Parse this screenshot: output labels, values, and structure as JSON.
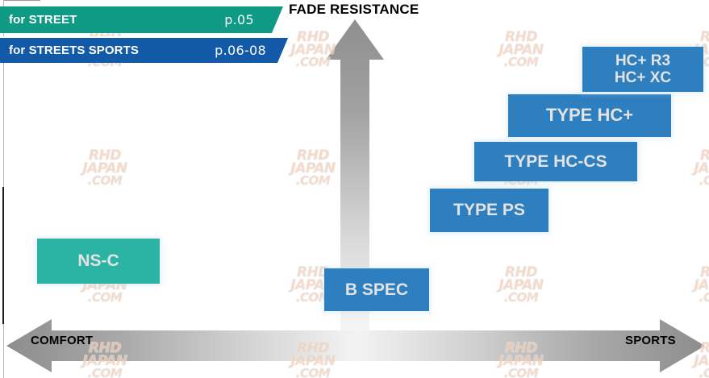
{
  "chart_data": {
    "type": "scatter",
    "title": "FADE RESISTANCE",
    "xlabel": "COMFORT ↔ SPORTS",
    "ylabel": "FADE RESISTANCE",
    "axis_x_left_label": "COMFORT",
    "axis_x_right_label": "SPORTS",
    "axis_y_label": "FADE RESISTANCE",
    "grid": false,
    "legend": "none",
    "categories": [
      "NS-C",
      "B SPEC",
      "TYPE PS",
      "TYPE HC-CS",
      "TYPE HC+",
      "HC+ R3 / HC+ XC"
    ],
    "points": [
      {
        "label": "NS-C",
        "comfort_sports": 14,
        "fade_resistance": 18,
        "color": "#2bb3a3"
      },
      {
        "label": "B SPEC",
        "comfort_sports": 53,
        "fade_resistance": 12,
        "color": "#2e7fbf"
      },
      {
        "label": "TYPE PS",
        "comfort_sports": 69,
        "fade_resistance": 40,
        "color": "#2e7fbf"
      },
      {
        "label": "TYPE HC-CS",
        "comfort_sports": 79,
        "fade_resistance": 55,
        "color": "#2e7fbf"
      },
      {
        "label": "TYPE HC+",
        "comfort_sports": 84,
        "fade_resistance": 69,
        "color": "#2e7fbf"
      },
      {
        "label": "HC+ R3 / HC+ XC",
        "comfort_sports": 91,
        "fade_resistance": 83,
        "color": "#2e7fbf"
      }
    ]
  },
  "colors": {
    "street_tab": "#0f9a85",
    "sports_tab": "#1259a8",
    "product_blue": "#2e7fbf",
    "product_teal": "#2bb3a3",
    "arrow_gray": "#9a9a9a",
    "text_white": "#e3e3e3",
    "watermark": "#f6cdb2"
  },
  "tabs": [
    {
      "id": "street",
      "label": "for STREET",
      "page": "p.05",
      "icon": "tab-chevron-icon"
    },
    {
      "id": "streets-sports",
      "label": "for STREETS SPORTS",
      "page": "p.06-08",
      "icon": "tab-chevron-icon"
    }
  ],
  "axes": {
    "vertical_title": "FADE RESISTANCE",
    "left_label": "COMFORT",
    "right_label": "SPORTS",
    "vertical_arrow_icon": "arrow-up-icon",
    "horizontal_arrow_icon": "arrow-left-right-icon"
  },
  "products": [
    {
      "id": "ns-c",
      "line1": "NS-C",
      "line2": "",
      "color": "teal"
    },
    {
      "id": "b-spec",
      "line1": "B SPEC",
      "line2": "",
      "color": "blue"
    },
    {
      "id": "type-ps",
      "line1": "TYPE PS",
      "line2": "",
      "color": "blue"
    },
    {
      "id": "type-hc-cs",
      "line1": "TYPE HC-CS",
      "line2": "",
      "color": "blue"
    },
    {
      "id": "type-hc-plus",
      "line1": "TYPE HC+",
      "line2": "",
      "color": "blue"
    },
    {
      "id": "hc-plus-r3-xc",
      "line1": "HC+ R3",
      "line2": "HC+ XC",
      "color": "blue"
    }
  ],
  "watermark": {
    "line1": "RHD",
    "line2": "JAPAN",
    "line3": ".COM"
  }
}
